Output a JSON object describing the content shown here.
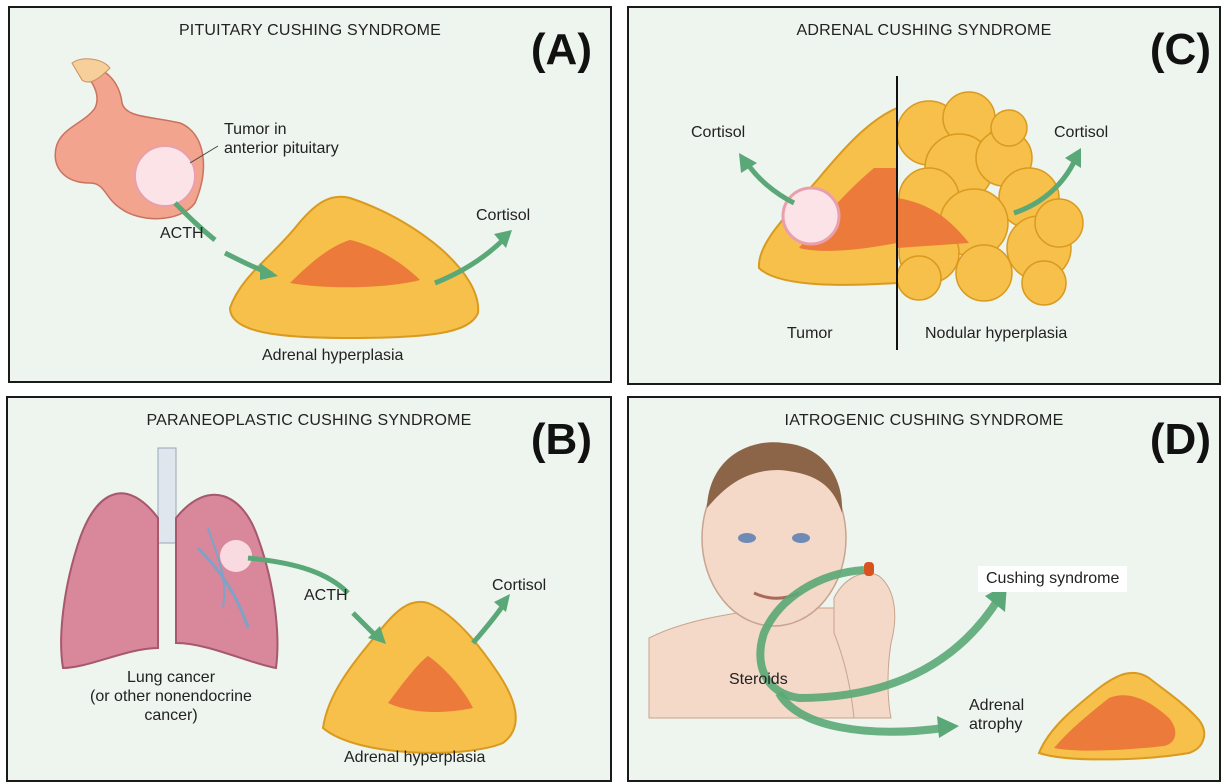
{
  "panels": {
    "a": {
      "title": "PITUITARY CUSHING SYNDROME",
      "letter": "(A)",
      "tumor_label_1": "Tumor in",
      "tumor_label_2": "anterior pituitary",
      "acth": "ACTH",
      "cortisol": "Cortisol",
      "adrenal": "Adrenal hyperplasia"
    },
    "b": {
      "title": "PARANEOPLASTIC CUSHING SYNDROME",
      "letter": "(B)",
      "acth": "ACTH",
      "cortisol": "Cortisol",
      "lung_1": "Lung cancer",
      "lung_2": "(or other nonendocrine",
      "lung_3": "cancer)",
      "adrenal": "Adrenal hyperplasia"
    },
    "c": {
      "title": "ADRENAL CUSHING SYNDROME",
      "letter": "(C)",
      "cortisol_left": "Cortisol",
      "cortisol_right": "Cortisol",
      "tumor": "Tumor",
      "nodular": "Nodular hyperplasia"
    },
    "d": {
      "title": "IATROGENIC CUSHING SYNDROME",
      "letter": "(D)",
      "cushing": "Cushing syndrome",
      "steroids": "Steroids",
      "atrophy_1": "Adrenal",
      "atrophy_2": "atrophy"
    }
  },
  "colors": {
    "panel_bg": "#eef4ee",
    "adrenal_fat": "#f6c04a",
    "adrenal_core": "#ec7a3a",
    "arrow": "#5aa877",
    "pituitary": "#f2a48e",
    "lung": "#d9879b"
  }
}
